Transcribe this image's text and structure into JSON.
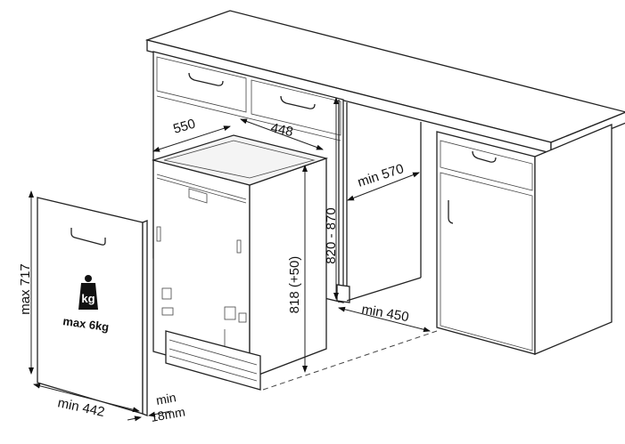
{
  "dimensions": {
    "depth": "550",
    "width": "448",
    "niche_depth": "min 570",
    "niche_height": "820 - 870",
    "appliance_height": "818 (+50)",
    "niche_width": "min 450",
    "panel_height": "max 717",
    "panel_width": "min 442",
    "panel_thickness_min": "min",
    "panel_thickness_value": "18mm"
  },
  "weight": {
    "icon": "kg-weight-icon",
    "icon_text": "kg",
    "label": "max 6kg"
  }
}
